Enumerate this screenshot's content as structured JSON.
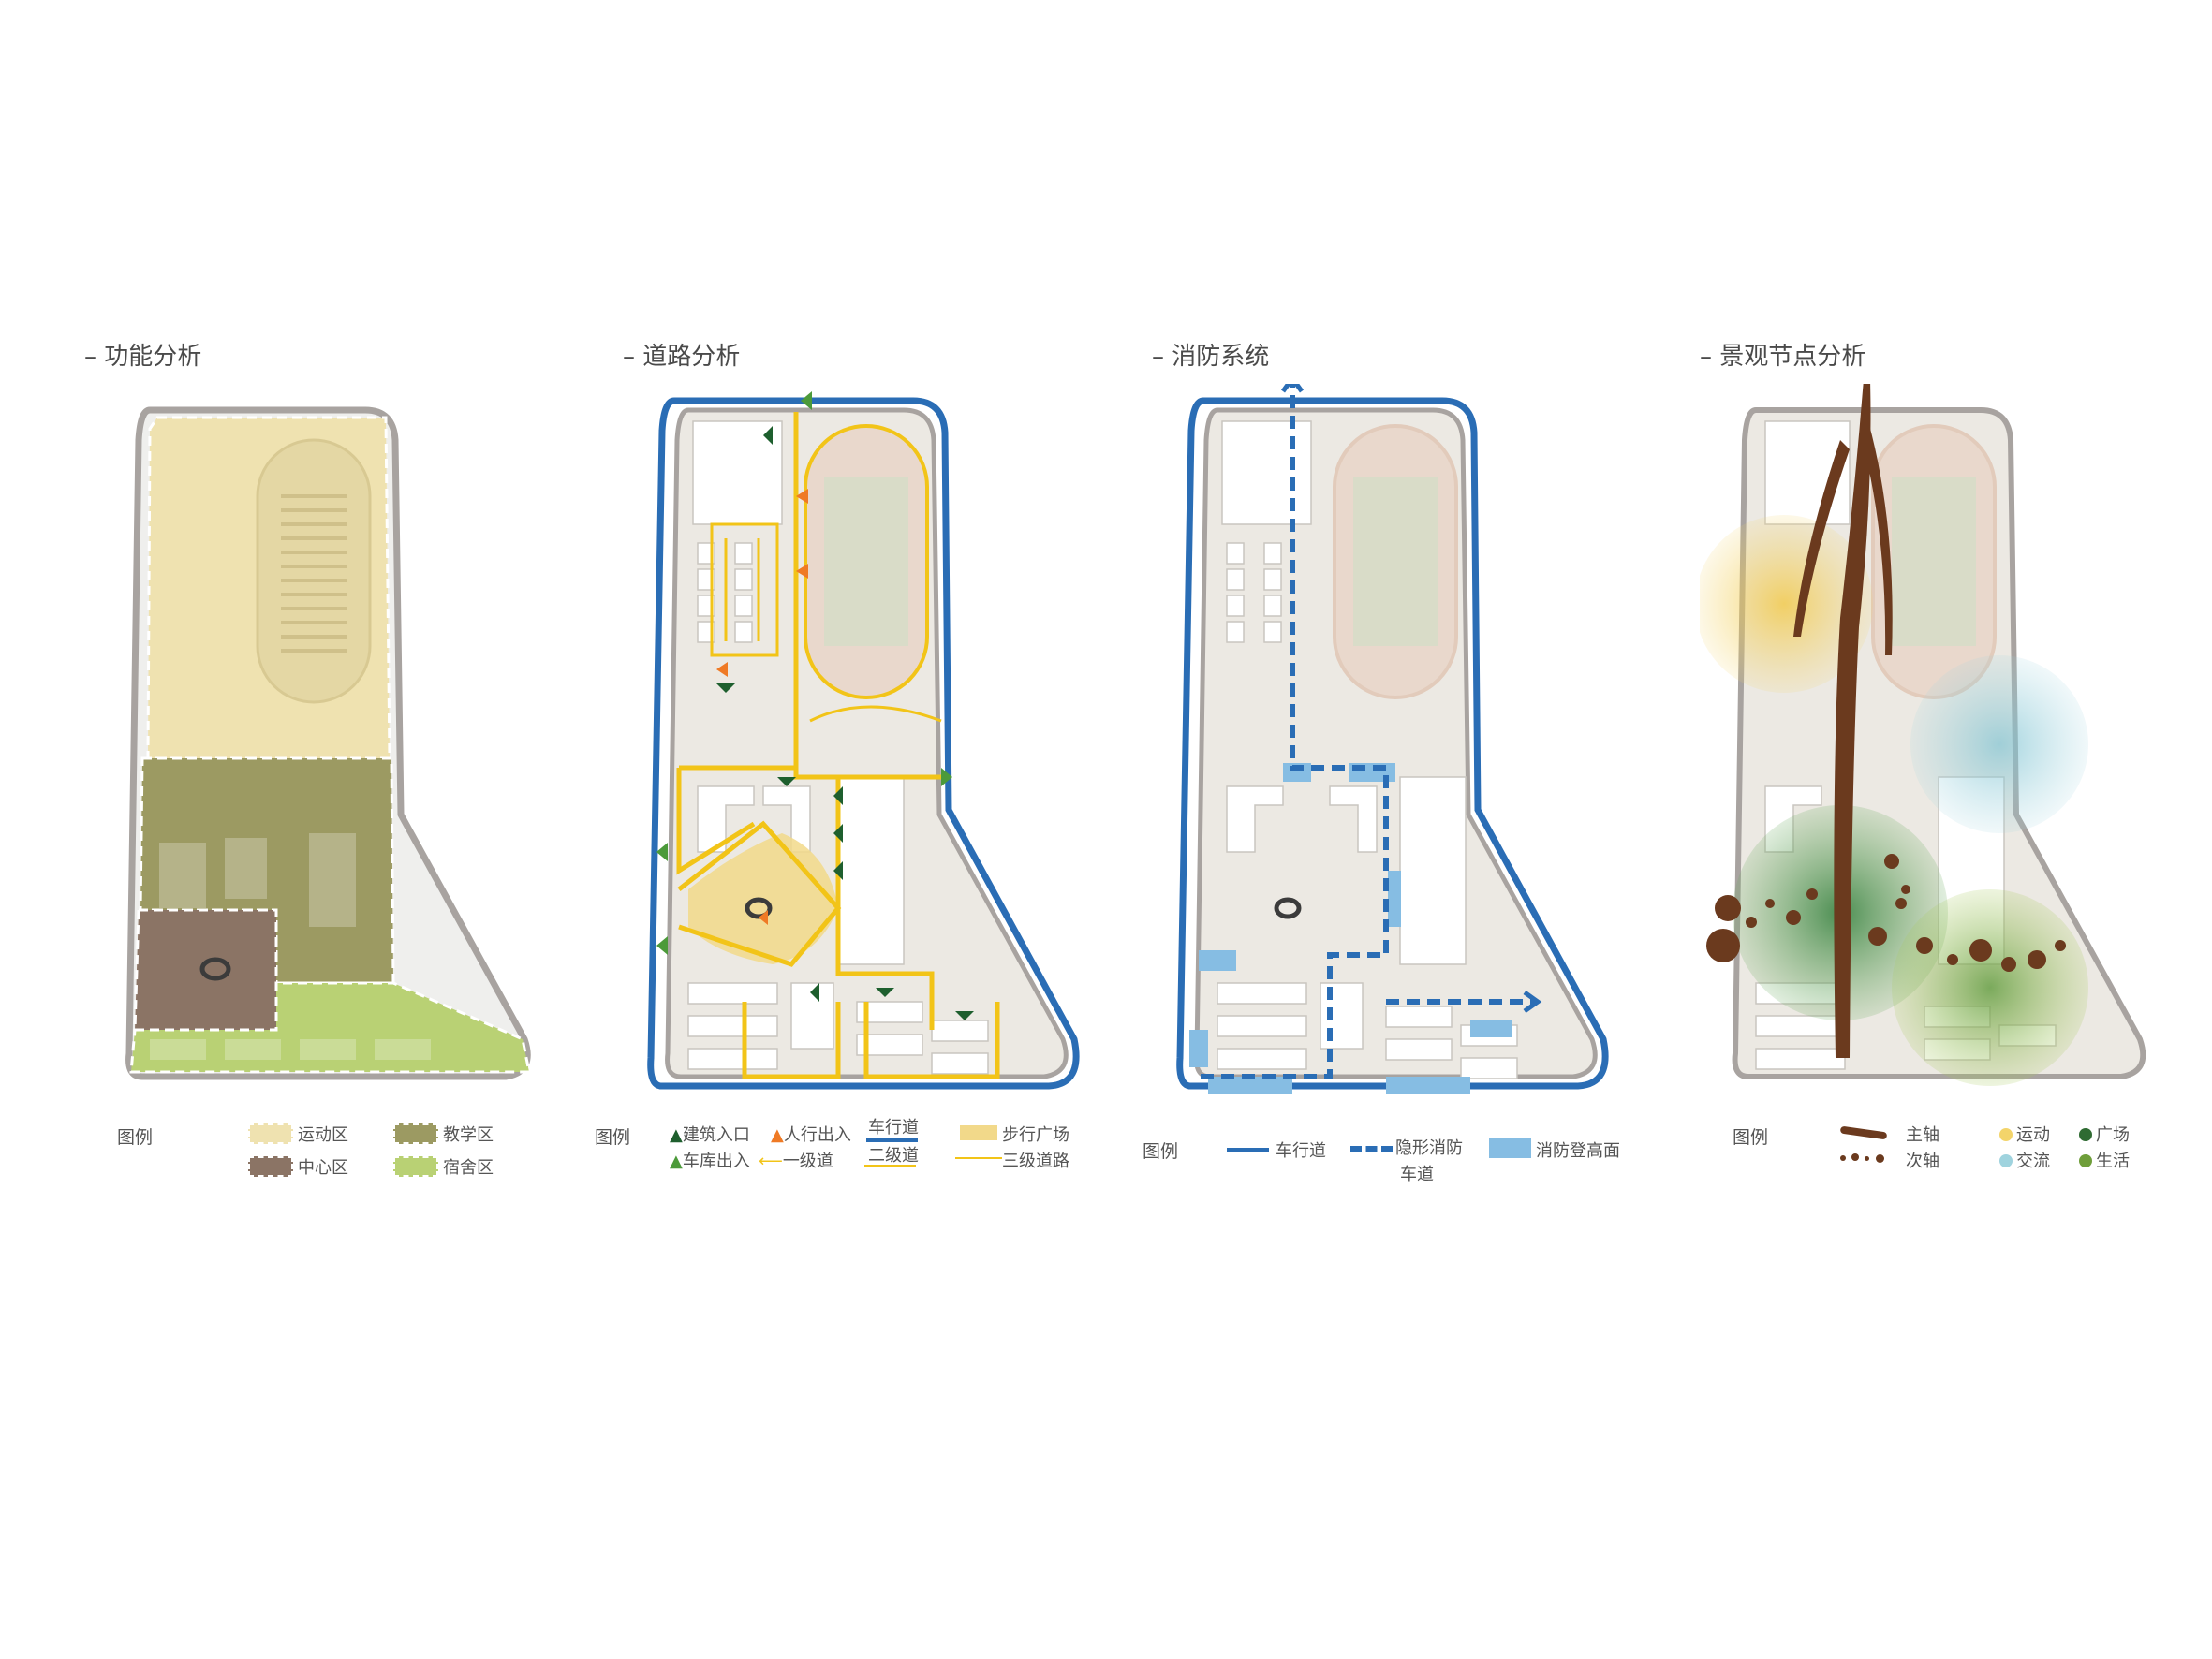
{
  "colors": {
    "site_outline": "#a8a3a0",
    "sport": "#efe2b0",
    "teaching": "#9c9a62",
    "center": "#8b7465",
    "dorm": "#b9d174",
    "road_blue": "#2a6db5",
    "fire_light_blue": "#86bde3",
    "path_yellow": "#f2c418",
    "entry_orange": "#ef7a25",
    "entry_darkgreen": "#1e5f2e",
    "entry_green": "#4c9a3a",
    "axis_brown": "#6b3a1e",
    "node_yellow": "#f3d46a",
    "node_cyan": "#9fd3de",
    "node_green": "#3f8c3a",
    "node_lightgreen": "#a7c95c"
  },
  "panels": [
    {
      "title": "– 功能分析",
      "legend_title": "图例",
      "legend": [
        {
          "label": "运动区",
          "color": "#efe2b0"
        },
        {
          "label": "教学区",
          "color": "#9c9a62"
        },
        {
          "label": "中心区",
          "color": "#8b7465"
        },
        {
          "label": "宿舍区",
          "color": "#b9d174"
        }
      ]
    },
    {
      "title": "– 道路分析",
      "legend_title": "图例",
      "legend": [
        {
          "label": "建筑入口"
        },
        {
          "label": "人行出入"
        },
        {
          "label": "车行道"
        },
        {
          "label": "步行广场"
        },
        {
          "label": "车库出入"
        },
        {
          "label": "一级道"
        },
        {
          "label": "二级道"
        },
        {
          "label": "三级道路"
        }
      ]
    },
    {
      "title": "– 消防系统",
      "legend_title": "图例",
      "legend": [
        {
          "label": "车行道"
        },
        {
          "label": "隐形消防"
        },
        {
          "label": "车道"
        },
        {
          "label": "消防登高面"
        }
      ]
    },
    {
      "title": "– 景观节点分析",
      "legend_title": "图例",
      "legend": [
        {
          "label": "主轴"
        },
        {
          "label": "运动"
        },
        {
          "label": "广场"
        },
        {
          "label": "次轴"
        },
        {
          "label": "交流"
        },
        {
          "label": "生活"
        }
      ]
    }
  ]
}
